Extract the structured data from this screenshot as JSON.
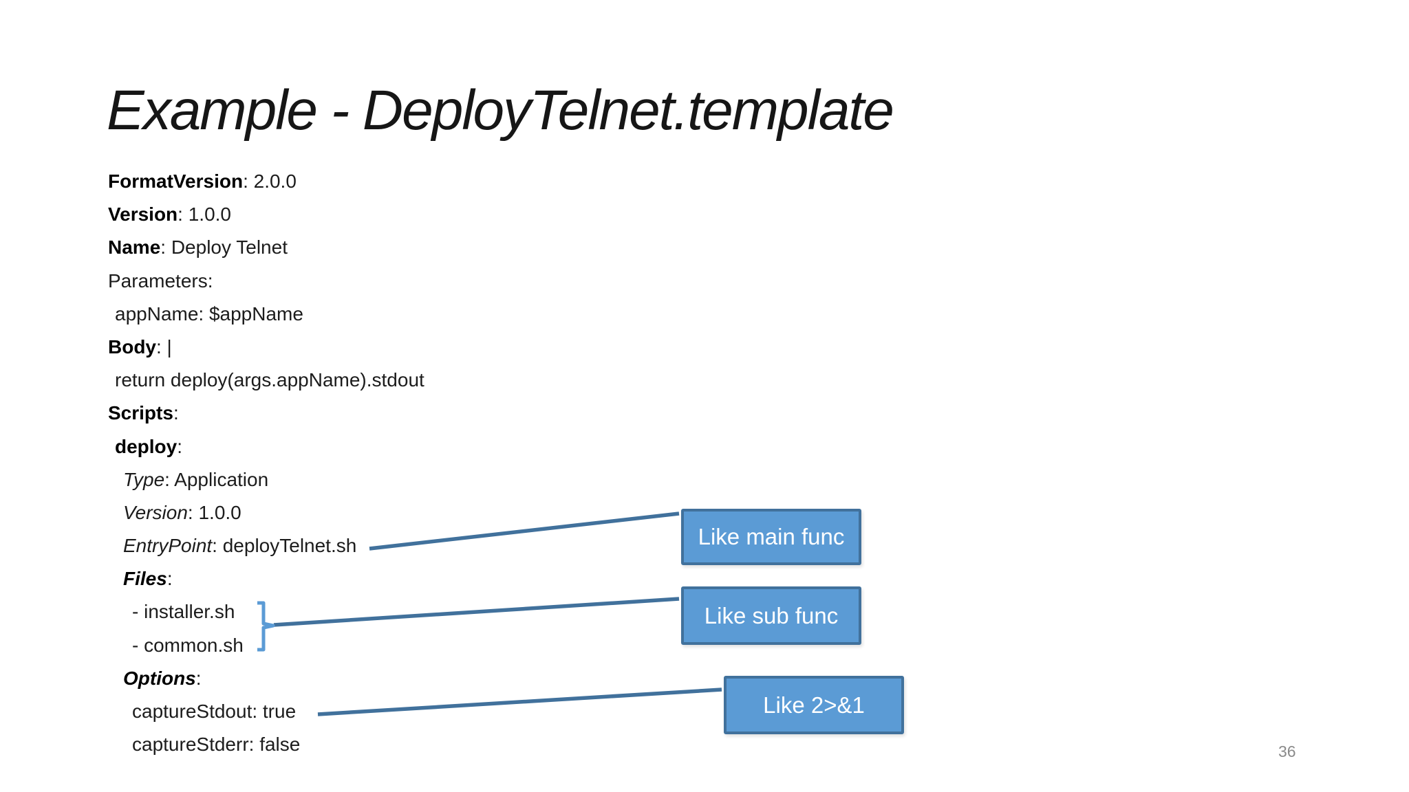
{
  "title": "Example - DeployTelnet.template",
  "page_number": "36",
  "colors": {
    "callout_fill": "#5b9bd5",
    "callout_border": "#41719c",
    "connector": "#41719c",
    "bracket": "#5b9bd5",
    "body_text": "#1c1c1c",
    "title_text": "#161616",
    "page_number": "#8a8a8a"
  },
  "listing": {
    "lines": [
      {
        "indent": 0,
        "segments": [
          {
            "text": "FormatVersion",
            "style": "bold"
          },
          {
            "text": ": 2.0.0",
            "style": "plain"
          }
        ]
      },
      {
        "indent": 0,
        "segments": [
          {
            "text": "Version",
            "style": "bold"
          },
          {
            "text": ": 1.0.0",
            "style": "plain"
          }
        ]
      },
      {
        "indent": 0,
        "segments": [
          {
            "text": "Name",
            "style": "bold"
          },
          {
            "text": ": Deploy Telnet",
            "style": "plain"
          }
        ]
      },
      {
        "indent": 0,
        "segments": [
          {
            "text": "Parameters:",
            "style": "plain"
          }
        ]
      },
      {
        "indent": 1,
        "segments": [
          {
            "text": "appName: $appName",
            "style": "plain"
          }
        ]
      },
      {
        "indent": 0,
        "segments": [
          {
            "text": "Body",
            "style": "bold"
          },
          {
            "text": ": |",
            "style": "plain"
          }
        ]
      },
      {
        "indent": 1,
        "segments": [
          {
            "text": "return deploy(args.appName).stdout",
            "style": "plain"
          }
        ]
      },
      {
        "indent": 0,
        "segments": [
          {
            "text": "Scripts",
            "style": "bold"
          },
          {
            "text": ":",
            "style": "plain"
          }
        ]
      },
      {
        "indent": 1,
        "segments": [
          {
            "text": "deploy",
            "style": "bold"
          },
          {
            "text": ":",
            "style": "plain"
          }
        ]
      },
      {
        "indent": 2,
        "segments": [
          {
            "text": "Type",
            "style": "italic"
          },
          {
            "text": ": Application",
            "style": "plain"
          }
        ]
      },
      {
        "indent": 2,
        "segments": [
          {
            "text": "Version",
            "style": "italic"
          },
          {
            "text": ": 1.0.0",
            "style": "plain"
          }
        ]
      },
      {
        "indent": 2,
        "segments": [
          {
            "text": "EntryPoint",
            "style": "italic"
          },
          {
            "text": ": deployTelnet.sh",
            "style": "plain"
          }
        ]
      },
      {
        "indent": 2,
        "segments": [
          {
            "text": "Files",
            "style": "bolditalic"
          },
          {
            "text": ":",
            "style": "plain"
          }
        ]
      },
      {
        "indent": 3,
        "segments": [
          {
            "text": "- installer.sh",
            "style": "plain"
          }
        ]
      },
      {
        "indent": 3,
        "segments": [
          {
            "text": "- common.sh",
            "style": "plain"
          }
        ]
      },
      {
        "indent": 2,
        "segments": [
          {
            "text": "Options",
            "style": "bolditalic"
          },
          {
            "text": ":",
            "style": "plain"
          }
        ]
      },
      {
        "indent": 3,
        "segments": [
          {
            "text": "captureStdout: true",
            "style": "plain"
          }
        ]
      },
      {
        "indent": 3,
        "segments": [
          {
            "text": "captureStderr: false",
            "style": "plain"
          }
        ]
      }
    ]
  },
  "callouts": [
    {
      "label": "Like main func"
    },
    {
      "label": "Like sub func"
    },
    {
      "label": "Like 2>&1"
    }
  ]
}
